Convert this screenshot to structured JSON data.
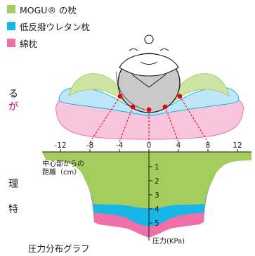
{
  "legend": [
    {
      "label": "MOGU® の枕",
      "color": "#a5cd5e"
    },
    {
      "label": "低反撥ウレタン枕",
      "color": "#16b6e6"
    },
    {
      "label": "綿枕",
      "color": "#ef6fa9"
    }
  ],
  "side_text": [
    {
      "text": "る",
      "color": "#231815"
    },
    {
      "text": "が",
      "color": "#e4007f"
    },
    {
      "text": "理",
      "color": "#231815"
    },
    {
      "text": "特",
      "color": "#231815"
    }
  ],
  "chart_data": {
    "type": "area",
    "x_ticks": [
      "-12",
      "-8",
      "-4",
      "0",
      "4",
      "8",
      "12"
    ],
    "y_ticks": [
      "1",
      "2",
      "3",
      "4",
      "5"
    ],
    "xlabel": "中心部からの\n距離（cm）",
    "ylabel": "圧力(KPa)",
    "title": "圧力分布グラフ",
    "series": [
      {
        "name": "綿枕",
        "color": "#ef6fa9"
      },
      {
        "name": "低反撥ウレタン枕",
        "color": "#16b6e6"
      },
      {
        "name": "MOGU® の枕",
        "color": "#a5cd5e"
      }
    ]
  }
}
